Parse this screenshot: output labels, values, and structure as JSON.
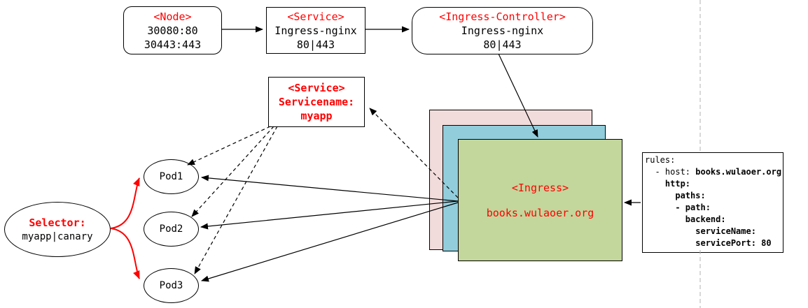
{
  "diagram": {
    "node_box": {
      "title": "<Node>",
      "line1": "30080:80",
      "line2": "30443:443"
    },
    "service_nginx_box": {
      "title": "<Service>",
      "line1": "Ingress-nginx",
      "line2": "80|443"
    },
    "ingress_controller_box": {
      "title": "<Ingress-Controller>",
      "line1": "Ingress-nginx",
      "line2": "80|443"
    },
    "service_myapp_box": {
      "title": "<Service>",
      "line1": "Servicename:",
      "line2": "myapp"
    },
    "ingress_box": {
      "title": "<Ingress>",
      "subtitle": "books.wulaoer.org"
    },
    "selector": {
      "title": "Selector:",
      "subtitle": "myapp|canary"
    },
    "pods": [
      {
        "label": "Pod1"
      },
      {
        "label": "Pod2"
      },
      {
        "label": "Pod3"
      }
    ],
    "rules": {
      "lines": [
        {
          "text": "rules:",
          "bold": ""
        },
        {
          "text": "  - host: ",
          "bold": "books.wulaoer.org"
        },
        {
          "text": "    ",
          "bold": "http:"
        },
        {
          "text": "      ",
          "bold": "paths:"
        },
        {
          "text": "      ",
          "bold": "- path:"
        },
        {
          "text": "        ",
          "bold": "backend:"
        },
        {
          "text": "          ",
          "bold": "serviceName:"
        },
        {
          "text": "          ",
          "bold": "servicePort: 80"
        }
      ]
    },
    "colors": {
      "accent_red": "#ff0000",
      "layer_back_pink": "#f2dcdb",
      "layer_middle_blue": "#92cddc",
      "layer_front_green": "#c3d69b"
    }
  }
}
